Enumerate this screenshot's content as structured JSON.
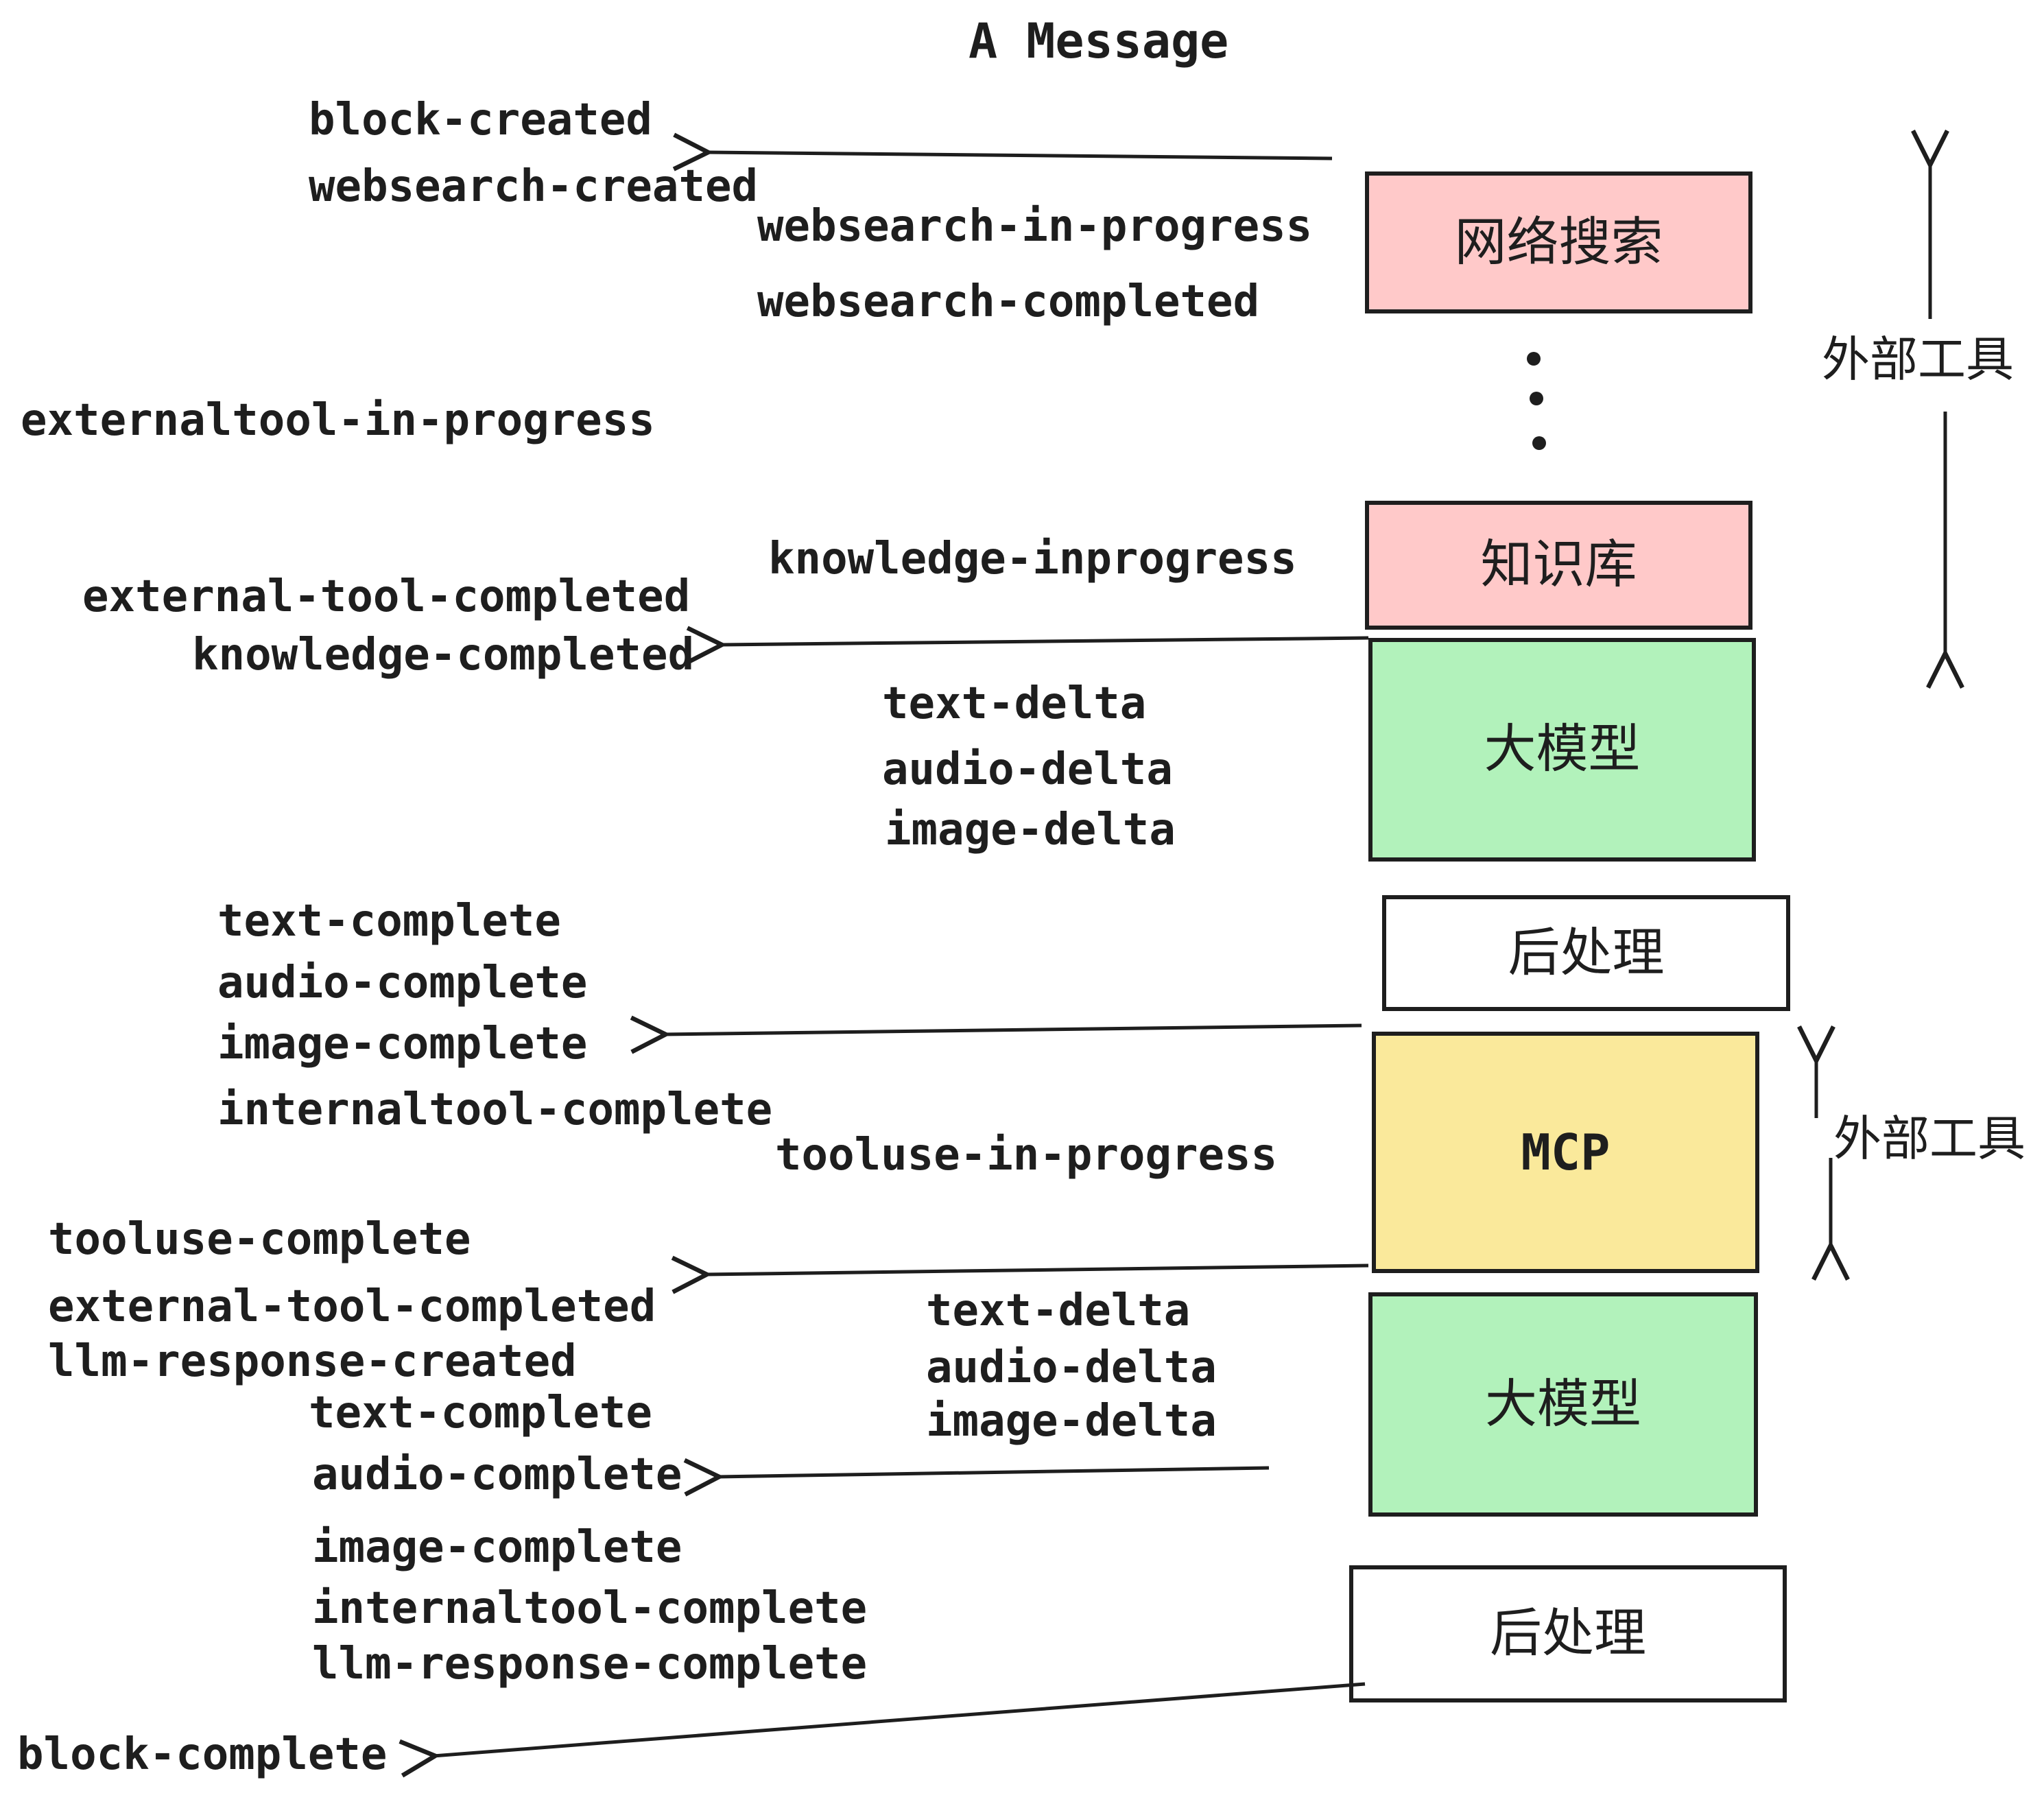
{
  "title": "A Message",
  "colors": {
    "ink": "#1e1e1e",
    "pink": "#ffc9c9",
    "green": "#b2f2bb",
    "yellow": "#fae99b",
    "white": "#ffffff"
  },
  "boxes": [
    {
      "id": "websearch",
      "label": "网络搜索",
      "color": "#ffc9c9"
    },
    {
      "id": "knowledge",
      "label": "知识库",
      "color": "#ffc9c9"
    },
    {
      "id": "llm-1",
      "label": "大模型",
      "color": "#b2f2bb"
    },
    {
      "id": "post-1",
      "label": "后处理",
      "color": "#ffffff"
    },
    {
      "id": "mcp",
      "label": "MCP",
      "color": "#fae99b"
    },
    {
      "id": "llm-2",
      "label": "大模型",
      "color": "#b2f2bb"
    },
    {
      "id": "post-2",
      "label": "后处理",
      "color": "#ffffff"
    }
  ],
  "events": [
    {
      "text": "block-created"
    },
    {
      "text": "websearch-created"
    },
    {
      "text": "websearch-in-progress"
    },
    {
      "text": "websearch-completed"
    },
    {
      "text": "externaltool-in-progress"
    },
    {
      "text": "knowledge-inprogress"
    },
    {
      "text": "external-tool-completed"
    },
    {
      "text": "knowledge-completed"
    },
    {
      "text": "text-delta"
    },
    {
      "text": "audio-delta"
    },
    {
      "text": "image-delta"
    },
    {
      "text": "text-complete"
    },
    {
      "text": "audio-complete"
    },
    {
      "text": "image-complete"
    },
    {
      "text": "internaltool-complete"
    },
    {
      "text": "tooluse-in-progress"
    },
    {
      "text": "tooluse-complete"
    },
    {
      "text": "external-tool-completed"
    },
    {
      "text": "llm-response-created"
    },
    {
      "text": "text-complete"
    },
    {
      "text": "audio-complete"
    },
    {
      "text": "image-complete"
    },
    {
      "text": "internaltool-complete"
    },
    {
      "text": "llm-response-complete"
    },
    {
      "text": "block-complete"
    }
  ],
  "side_labels": [
    {
      "text": "外部工具"
    },
    {
      "text": "外部工具"
    }
  ]
}
